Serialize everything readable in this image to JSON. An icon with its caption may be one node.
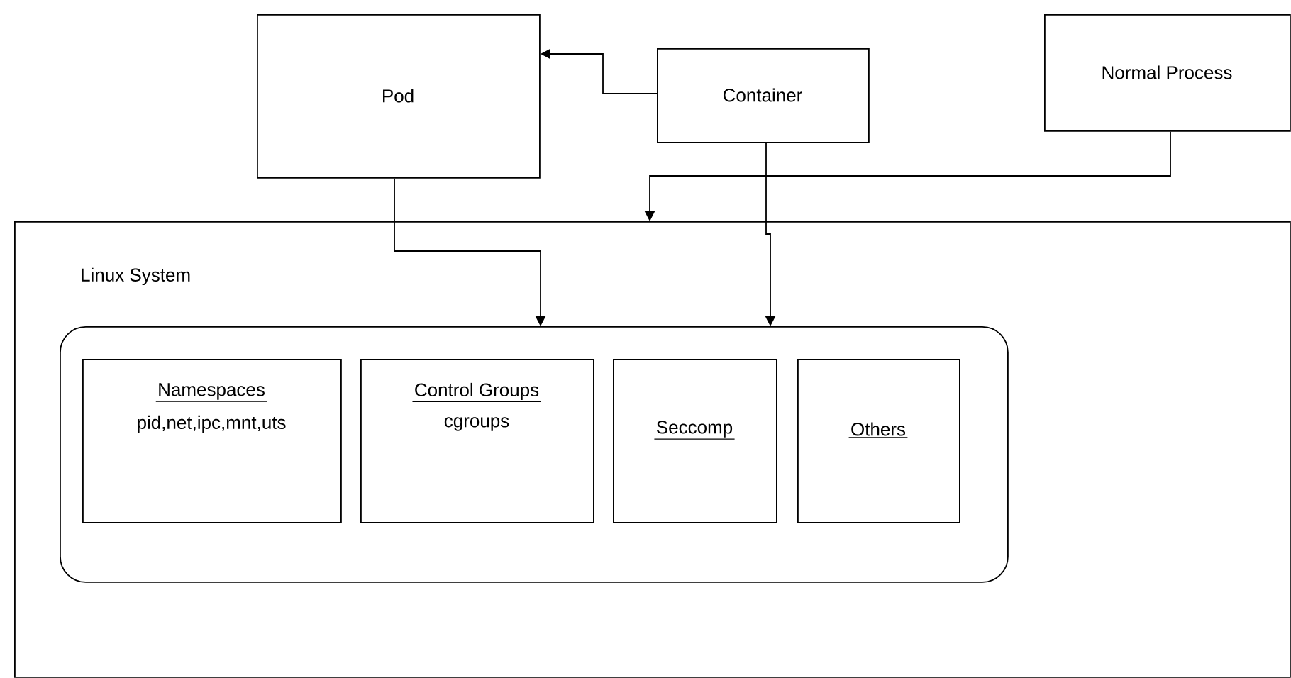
{
  "diagram": {
    "nodes": [
      {
        "text": [
          "Pod"
        ]
      },
      {
        "text": [
          "Container"
        ]
      },
      {
        "text": [
          "Normal Process"
        ]
      },
      {
        "text": [
          "Linux System"
        ]
      },
      {
        "text": [],
        "shape": "box",
        "in": 3
      },
      {
        "text": [
          "Namespaces",
          "pid,net,ipc,mnt,uts"
        ],
        "in": 4
      },
      {
        "text": [
          "Control Groups",
          "cgroups"
        ],
        "in": 4
      },
      {
        "text": [
          "Seccomp"
        ],
        "in": 4
      },
      {
        "text": [
          "Others"
        ],
        "in": 4
      }
    ],
    "edges": [
      {
        "from": 1,
        "to": 0,
        "arrow": "to"
      },
      {
        "from": 0,
        "to": 4,
        "arrow": "to"
      },
      {
        "from": 1,
        "to": 4,
        "arrow": "to"
      },
      {
        "from": 2,
        "to": 3,
        "arrow": "to"
      }
    ]
  }
}
